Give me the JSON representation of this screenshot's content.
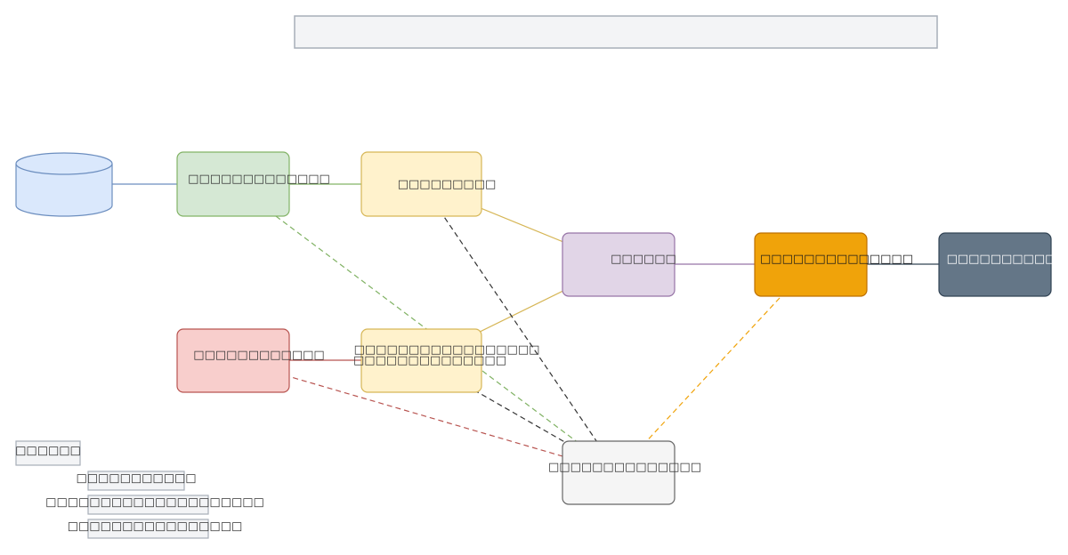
{
  "title": "",
  "nodes": {
    "datastore": {
      "label": "",
      "shape": "cylinder",
      "fill": "#dae8fc",
      "stroke": "#6c8ebf"
    },
    "green": {
      "label": "□□□□□□□□□□□□□",
      "fill": "#d5e8d4",
      "stroke": "#82b366"
    },
    "yellow_top": {
      "label": "□□□□□□□□□",
      "fill": "#fff2cc",
      "stroke": "#d6b656"
    },
    "red": {
      "label": "□□□□□□□□□□□□",
      "fill": "#f8cecc",
      "stroke": "#b85450"
    },
    "yellow_bottom": {
      "label_line1": "□□□□□□□□□□□□□□□□□",
      "label_line2": "□□□□□□□□□□□□□□",
      "fill": "#fff2cc",
      "stroke": "#d6b656"
    },
    "purple": {
      "label": "□□□□□□",
      "fill": "#e1d5e7",
      "stroke": "#9673a6"
    },
    "orange": {
      "label": "□□□□□□□□□□□□□□",
      "fill": "#f0a30a",
      "stroke": "#bd7000"
    },
    "slate": {
      "label": "□□□□□□□□□□",
      "fill": "#647687",
      "stroke": "#314354"
    },
    "grey": {
      "label": "□□□□□□□□□□□□□□",
      "fill": "#f5f5f5",
      "stroke": "#666666"
    }
  },
  "edges": [
    {
      "from": "datastore",
      "to": "green",
      "style": "solid",
      "color": "#6c8ebf"
    },
    {
      "from": "green",
      "to": "yellow_top",
      "style": "solid",
      "color": "#82b366"
    },
    {
      "from": "red",
      "to": "yellow_bottom",
      "style": "solid",
      "color": "#b85450"
    },
    {
      "from": "yellow_top",
      "to": "purple",
      "style": "solid",
      "color": "#d6b656"
    },
    {
      "from": "yellow_bottom",
      "to": "purple",
      "style": "solid",
      "color": "#d6b656"
    },
    {
      "from": "purple",
      "to": "orange",
      "style": "solid",
      "color": "#9673a6"
    },
    {
      "from": "orange",
      "to": "slate",
      "style": "solid",
      "color": "#314354"
    },
    {
      "from": "green",
      "to": "grey",
      "style": "dashed",
      "color": "#82b366"
    },
    {
      "from": "red",
      "to": "grey",
      "style": "dashed",
      "color": "#b85450"
    },
    {
      "from": "orange",
      "to": "grey",
      "style": "dashed",
      "color": "#f0a30a"
    },
    {
      "from": "grey",
      "to": "yellow_top",
      "style": "dashed",
      "color": "#333333",
      "bidirectional": true
    },
    {
      "from": "grey",
      "to": "yellow_bottom",
      "style": "dashed",
      "color": "#333333",
      "bidirectional": true
    }
  ],
  "legend": {
    "header": "□□□□□□",
    "items": [
      "□□□□□□□□□□□",
      "□□□□□□□□□□□□□□□□□□□□",
      "□□□□□□□□□□□□□□□□"
    ]
  },
  "colors": {
    "arrowhead": "#666666",
    "legend_fill": "#f3f4f6",
    "legend_stroke": "#a7aeb8",
    "title_fill": "#f3f4f6",
    "title_stroke": "#a7aeb8"
  }
}
